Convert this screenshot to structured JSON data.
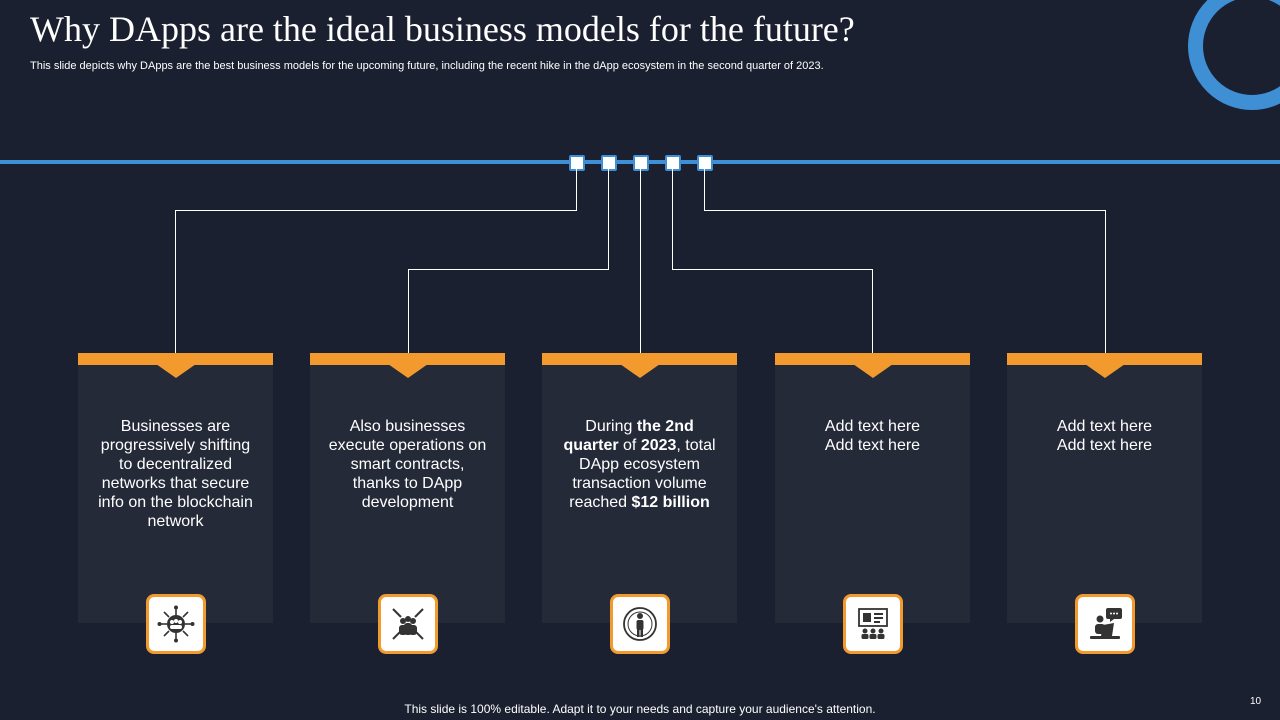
{
  "slide": {
    "title": "Why DApps are the ideal business models for the future?",
    "subtitle": "This slide depicts why DApps are the best business models for the upcoming future, including the recent hike in the dApp ecosystem in the second quarter of 2023.",
    "footer": "This slide is 100% editable. Adapt it to your needs and capture your audience's attention.",
    "page_number": "10"
  },
  "cards": [
    {
      "text_lines": [
        "Businesses are",
        "progressively shifting",
        "to decentralized",
        "networks that secure",
        "info on the blockchain",
        "network"
      ],
      "icon": "network-people-icon"
    },
    {
      "text_lines": [
        "Also businesses",
        "execute operations on",
        "smart contracts,",
        "thanks to DApp",
        "development"
      ],
      "icon": "team-arrows-icon"
    },
    {
      "text_pre": "During ",
      "text_b1": "the 2nd",
      "text_b2": "quarter",
      "text_mid": " of ",
      "text_b3": "2023",
      "text_mid2": ", total",
      "text_line3": "DApp ecosystem",
      "text_line4": "transaction volume",
      "text_line5_pre": "reached ",
      "text_b4": "$12 billion",
      "icon": "person-target-icon"
    },
    {
      "text_lines": [
        "Add text here",
        "Add text here"
      ],
      "icon": "presentation-audience-icon"
    },
    {
      "text_lines": [
        "Add text here",
        "Add text here"
      ],
      "icon": "laptop-chat-icon"
    }
  ],
  "colors": {
    "background": "#1b2030",
    "card": "#252a39",
    "accent_orange": "#f29a2e",
    "accent_blue": "#3f8fd4"
  }
}
